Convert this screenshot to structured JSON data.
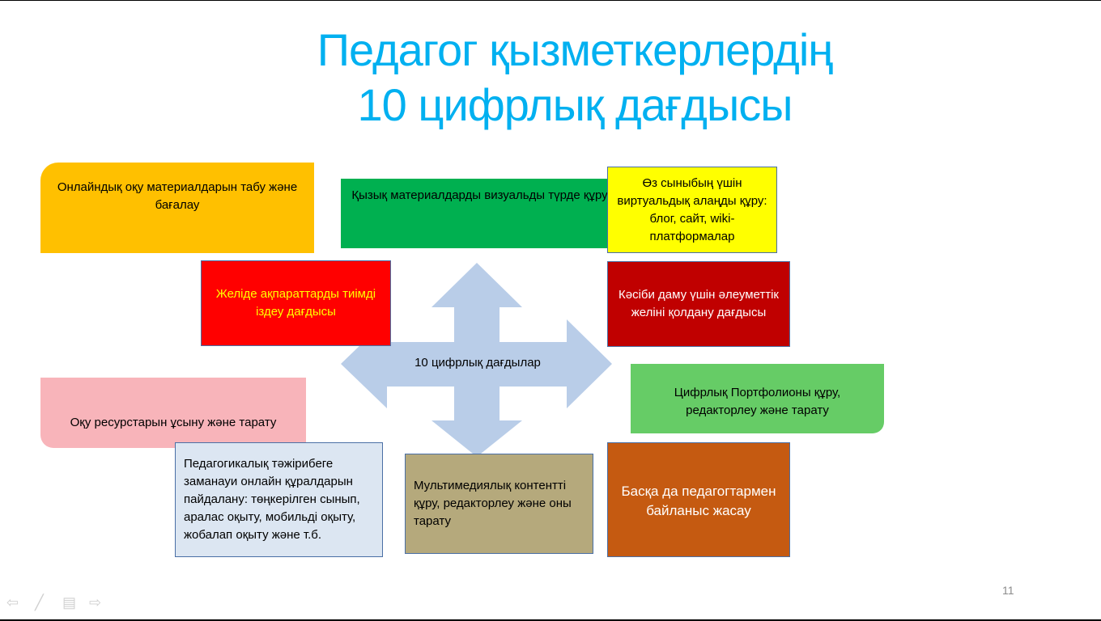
{
  "slide": {
    "title_line1": "Педагог қызметкерлердің",
    "title_line2": "10 цифрлық дағдысы",
    "center_label": "10 цифрлық дағдылар",
    "page_number": "11",
    "boxes": [
      {
        "text": "Онлайндық оқу материалдарын табу және бағалау",
        "color": "#FFC000"
      },
      {
        "text": "Қызық материалдарды визуальды түрде құру",
        "color": "#00B050"
      },
      {
        "text": "Өз сыныбың үшін виртуальдық алаңды құру: блог, сайт, wiki-платформалар",
        "color": "#FFFF00"
      },
      {
        "text": "Желіде ақпараттарды тиімді іздеу дағдысы",
        "color": "#FF0000"
      },
      {
        "text": "Кәсіби даму үшін әлеуметтік желіні қолдану дағдысы",
        "color": "#C00000"
      },
      {
        "text": "Оқу ресурстарын ұсыну және тарату",
        "color": "#F8B4BA"
      },
      {
        "text": "Цифрлық Портфолионы құру, редакторлеу және тарату",
        "color": "#66CC66"
      },
      {
        "text": "Педагогикалық тәжірибеге заманауи онлайн құралдарын пайдалану: төңкерілген сынып, аралас оқыту, мобильді оқыту, жобалап оқыту және т.б.",
        "color": "#DCE6F2"
      },
      {
        "text": "Мультимедиялық  контентті құру, редакторлеу және оны тарату",
        "color": "#B5A97C"
      },
      {
        "text": "Басқа да педагогтармен байланыс жасау",
        "color": "#C55A11"
      }
    ]
  },
  "nav_icons": [
    "previous-icon",
    "pen-icon",
    "menu-icon",
    "next-icon"
  ],
  "arrow_color": "#B9CDE8",
  "title_color": "#00B0F0"
}
